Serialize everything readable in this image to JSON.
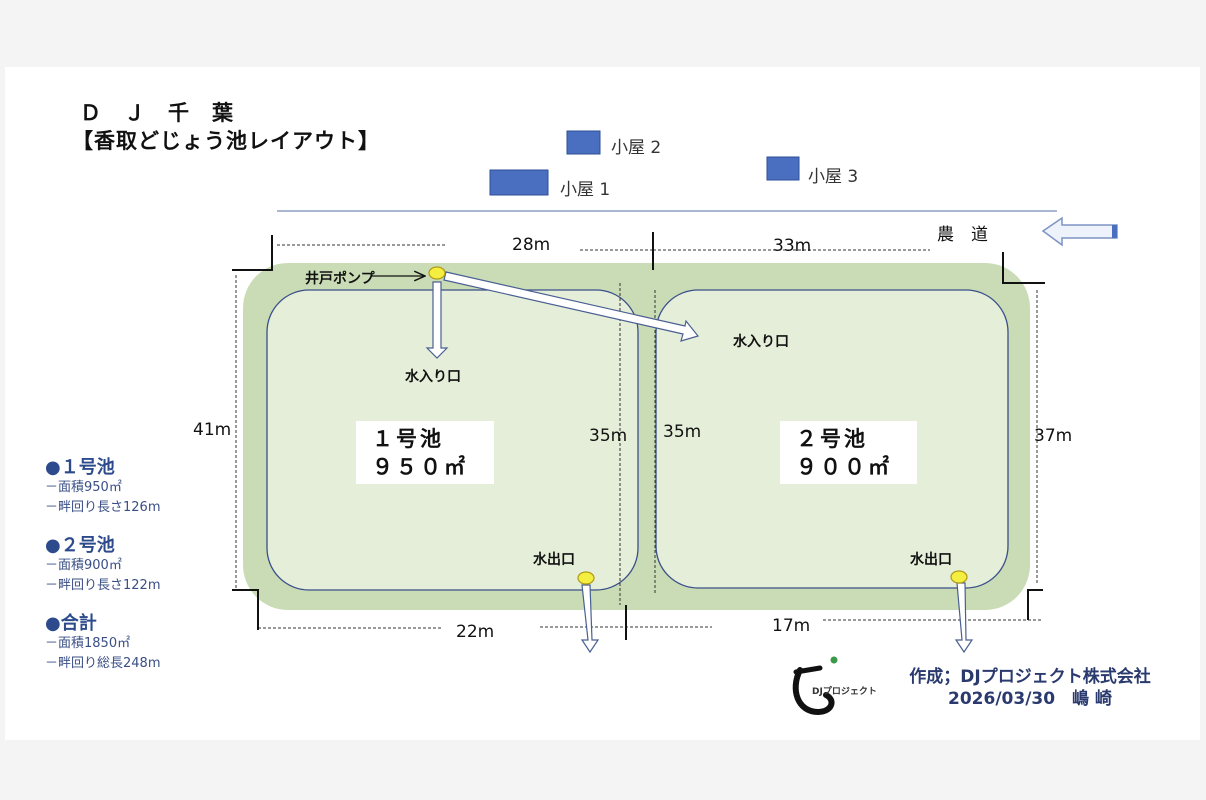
{
  "title": {
    "line1": "Ｄ　Ｊ　千　葉",
    "line2": "【香取どじょう池レイアウト】"
  },
  "huts": [
    "小屋 1",
    "小屋 2",
    "小屋 3"
  ],
  "road": "農　道",
  "dimensions": {
    "top_left": "28m",
    "top_right": "33m",
    "left": "41m",
    "pond1_right": "35m",
    "pond2_left": "35m",
    "right": "37m",
    "bottom_left": "22m",
    "bottom_right": "17m"
  },
  "labels": {
    "pump": "井戸ポンプ",
    "inlet1": "水入り口",
    "inlet2": "水入り口",
    "outlet1": "水出口",
    "outlet2": "水出口"
  },
  "ponds": [
    {
      "name": "１号池",
      "area": "９５０㎡"
    },
    {
      "name": "２号池",
      "area": "９００㎡"
    }
  ],
  "legend": [
    {
      "heading": "●１号池",
      "lines": [
        "－面積950㎡",
        "－畔回り長さ126m"
      ]
    },
    {
      "heading": "●２号池",
      "lines": [
        "－面積900㎡",
        "－畔回り長さ122m"
      ]
    },
    {
      "heading": "●合計",
      "lines": [
        "－面積1850㎡",
        "－畔回り総長248m"
      ]
    }
  ],
  "logo_text": "DJプロジェクト",
  "credit": {
    "line1": "作成；DJプロジェクト株式会社",
    "line2": "2026/03/30　嶋 崎"
  },
  "colors": {
    "outer_green": "#c9dcb5",
    "pond_fill": "#e4eed9",
    "pond_stroke": "#3b4f8a",
    "hut": "#4a6fc0",
    "legend": "#2d4b8c"
  }
}
